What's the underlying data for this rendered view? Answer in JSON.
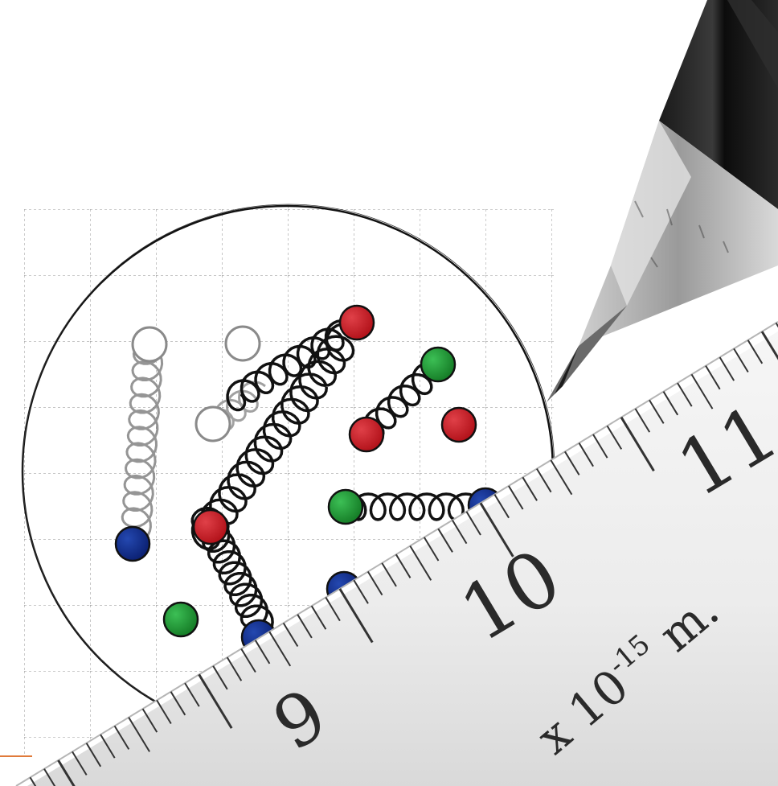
{
  "ruler": {
    "labels": [
      "9",
      "10",
      "11"
    ],
    "unit_base": "x 10",
    "unit_exponent": "-15",
    "unit_suffix": " m."
  },
  "colors": {
    "red": "#c8161d",
    "green": "#1e9632",
    "blue": "#0f2b8c",
    "ghost": "#8a8a8a",
    "spring": "#111111"
  }
}
